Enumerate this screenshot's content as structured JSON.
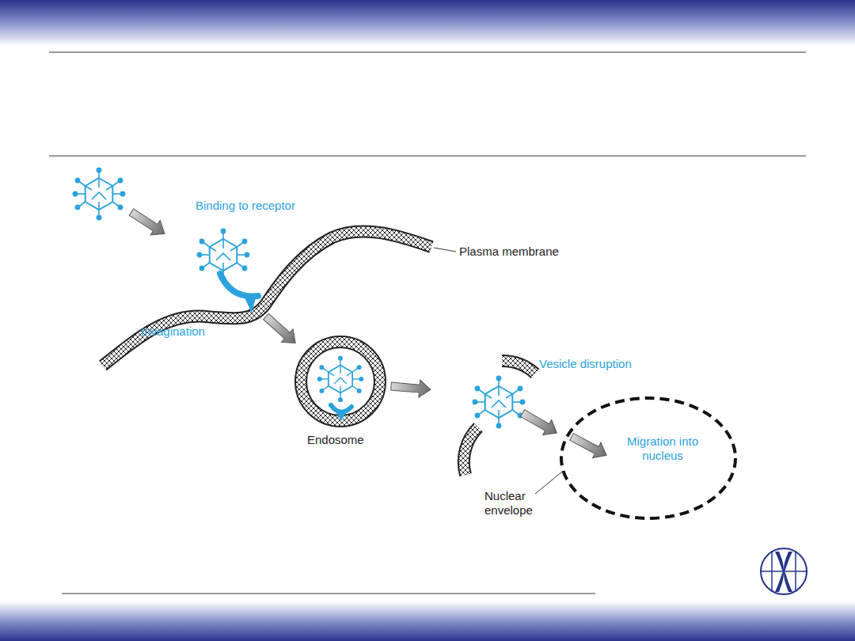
{
  "diagram": {
    "nodes": [
      {
        "text": [
          "Migration into nucleus"
        ]
      }
    ],
    "labels": [
      "Binding to receptor",
      "Plasma membrane",
      "Invagination",
      "Endosome",
      "Vesicle disruption",
      "Nuclear envelope"
    ]
  }
}
